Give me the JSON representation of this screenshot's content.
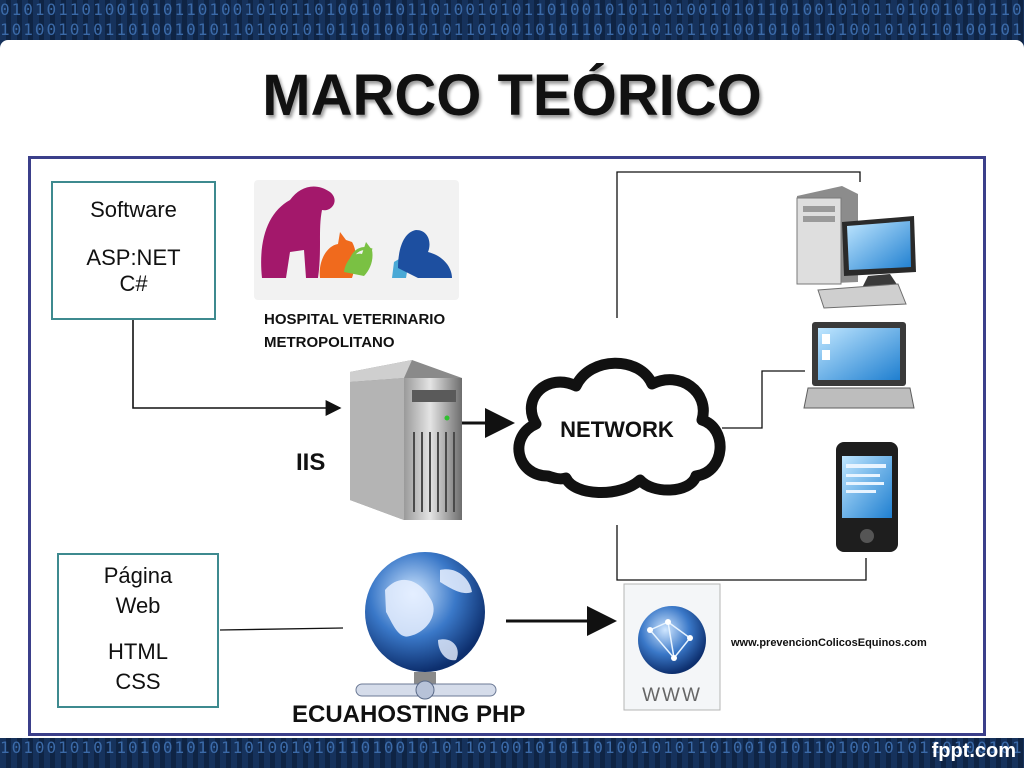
{
  "slide": {
    "title": "MARCO TEÓRICO",
    "footer": "fppt.com"
  },
  "boxes": {
    "software": {
      "line1": "Software",
      "line2": "ASP:NET",
      "line3": "C#"
    },
    "web": {
      "line1": "Página",
      "line2": "Web",
      "line3": "HTML",
      "line4": "CSS"
    }
  },
  "labels": {
    "hospital_line1": "HOSPITAL VETERINARIO",
    "hospital_line2": "METROPOLITANO",
    "iis": "IIS",
    "network": "NETWORK",
    "hosting": "ECUAHOSTING PHP",
    "url": "www.prevencionColicosEquinos.com",
    "www": "WWW"
  },
  "colors": {
    "frame": "#3b3f8a",
    "box_border": "#3e8a8f",
    "pet_magenta": "#a3186b",
    "pet_orange": "#f06a1d",
    "pet_green": "#7ac143",
    "pet_blue": "#1d4fa0"
  }
}
